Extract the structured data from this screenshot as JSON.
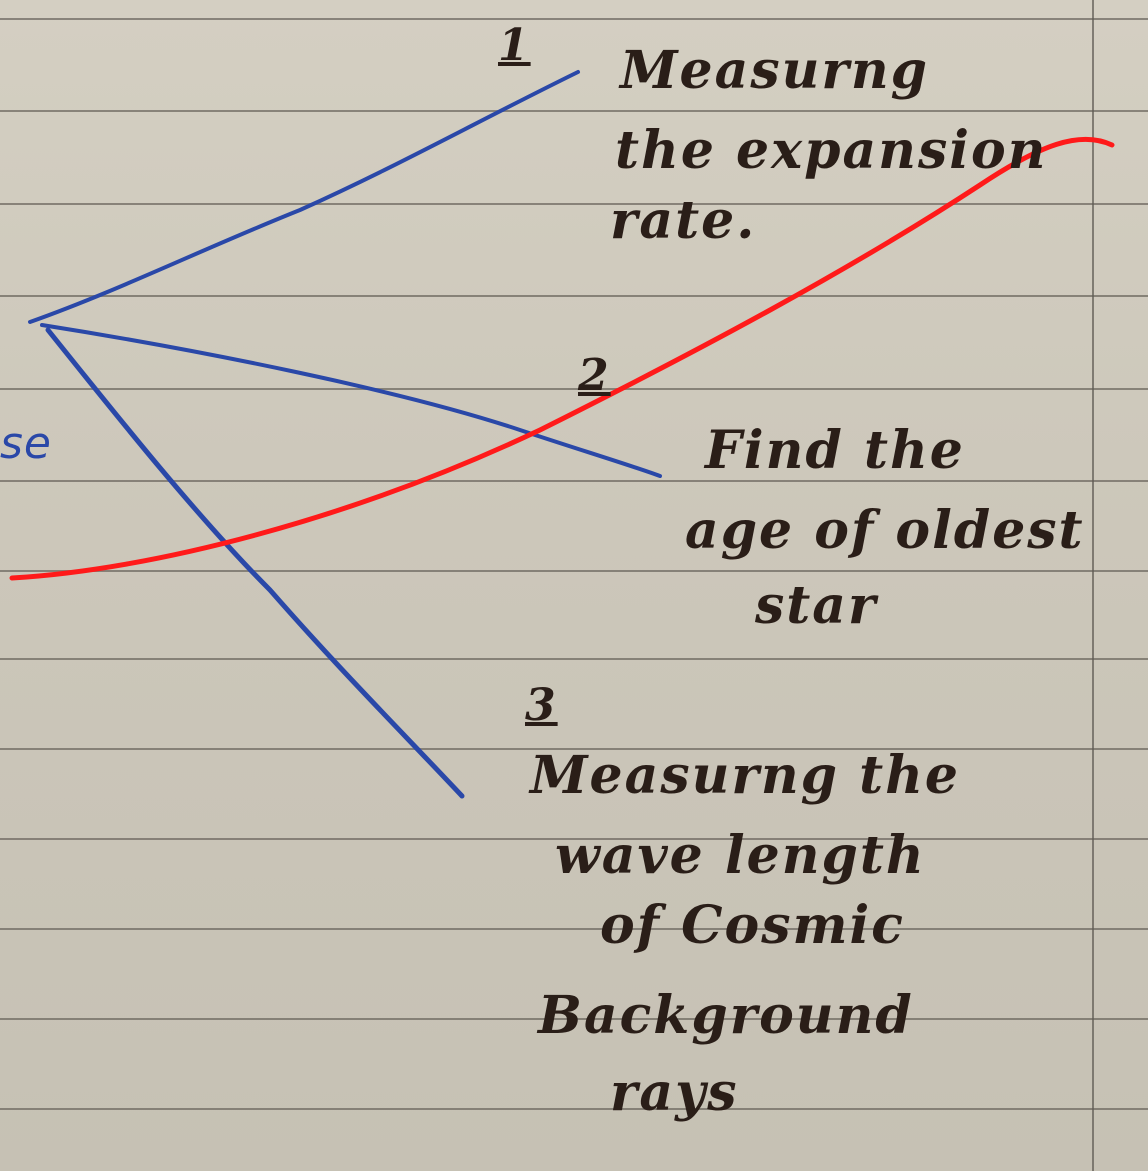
{
  "left_fragment": "se",
  "branches": [
    {
      "number": "1",
      "lines": [
        "Measurng",
        "the expansion",
        "rate."
      ]
    },
    {
      "number": "2",
      "lines": [
        "Find the",
        "age of oldest",
        "star"
      ]
    },
    {
      "number": "3",
      "lines": [
        "Measurng the",
        "wave length",
        "of Cosmic",
        "Background",
        "rays"
      ]
    }
  ],
  "colors": {
    "paper": "#d2cdc0",
    "ruled_lines": "#6f6a62",
    "handwriting_ink": "#2a1e18",
    "branch_ink": "#2a48a8",
    "strike_line": "#ff1a1a"
  }
}
